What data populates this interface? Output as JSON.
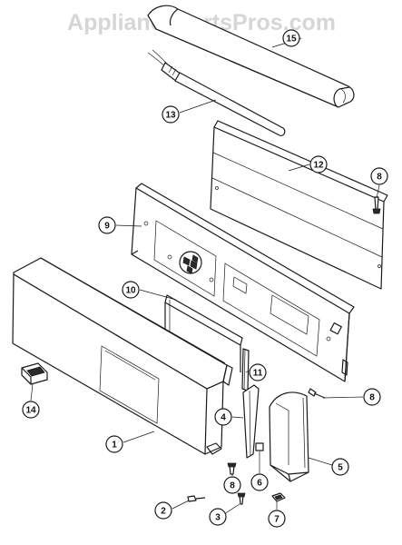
{
  "watermark": "AppliancePartsPros.com",
  "callouts": [
    {
      "id": "c1",
      "label": "1"
    },
    {
      "id": "c2",
      "label": "2"
    },
    {
      "id": "c3",
      "label": "3"
    },
    {
      "id": "c4",
      "label": "4"
    },
    {
      "id": "c5",
      "label": "5"
    },
    {
      "id": "c6",
      "label": "6"
    },
    {
      "id": "c7",
      "label": "7"
    },
    {
      "id": "c8a",
      "label": "8"
    },
    {
      "id": "c8b",
      "label": "8"
    },
    {
      "id": "c8c",
      "label": "8"
    },
    {
      "id": "c9",
      "label": "9"
    },
    {
      "id": "c10",
      "label": "10"
    },
    {
      "id": "c11",
      "label": "11"
    },
    {
      "id": "c12",
      "label": "12"
    },
    {
      "id": "c13",
      "label": "13"
    },
    {
      "id": "c14",
      "label": "14"
    },
    {
      "id": "c15",
      "label": "15"
    }
  ]
}
